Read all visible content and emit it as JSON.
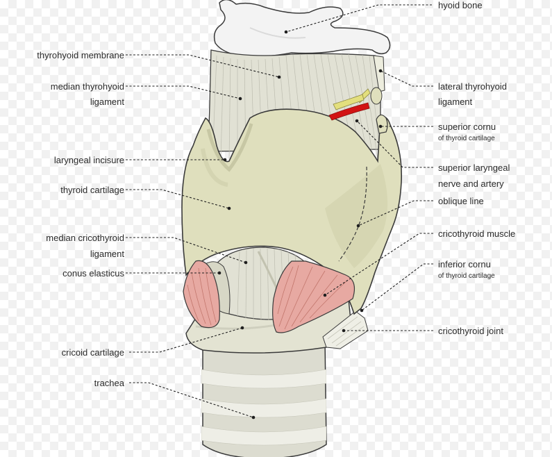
{
  "colors": {
    "background": "#ffffff",
    "checker": "#f1f1f1",
    "thyroid_cartilage": "#dfdfbd",
    "cartilage_shadow": "#c3c3a0",
    "ligament": "#e1e1d4",
    "ligament_lines": "#bdbdb0",
    "hyoid_bone": "#f3f3f3",
    "cricoid_trachea": "#dcdcd0",
    "muscle": "#e7a9a2",
    "muscle_stroke": "#c2766c",
    "artery": "#d21414",
    "nerve": "#e3df7d",
    "outline": "#3a3a3a",
    "label_text": "#2a2a2a"
  },
  "labels": {
    "hyoid_bone": "hyoid bone",
    "thyrohyoid_membrane": "thyrohyoid membrane",
    "median_thyrohyoid_ligament_1": "median thyrohyoid",
    "median_thyrohyoid_ligament_2": "ligament",
    "laryngeal_incisure": "laryngeal incisure",
    "thyroid_cartilage": "thyroid cartilage",
    "median_cricothyroid_ligament_1": "median cricothyroid",
    "median_cricothyroid_ligament_2": "ligament",
    "conus_elasticus": "conus elasticus",
    "cricoid_cartilage": "cricoid cartilage",
    "trachea": "trachea",
    "lateral_thyrohyoid_ligament_1": "lateral thyrohyoid",
    "lateral_thyrohyoid_ligament_2": "ligament",
    "superior_cornu": "superior cornu",
    "superior_cornu_sub": "of thyroid cartilage",
    "superior_laryngeal_1": "superior laryngeal",
    "superior_laryngeal_2": "nerve and artery",
    "oblique_line": "oblique line",
    "cricothyroid_muscle": "cricothyroid muscle",
    "inferior_cornu": "inferior cornu",
    "inferior_cornu_sub": "of thyroid cartilage",
    "cricothyroid_joint": "cricothyroid joint"
  }
}
